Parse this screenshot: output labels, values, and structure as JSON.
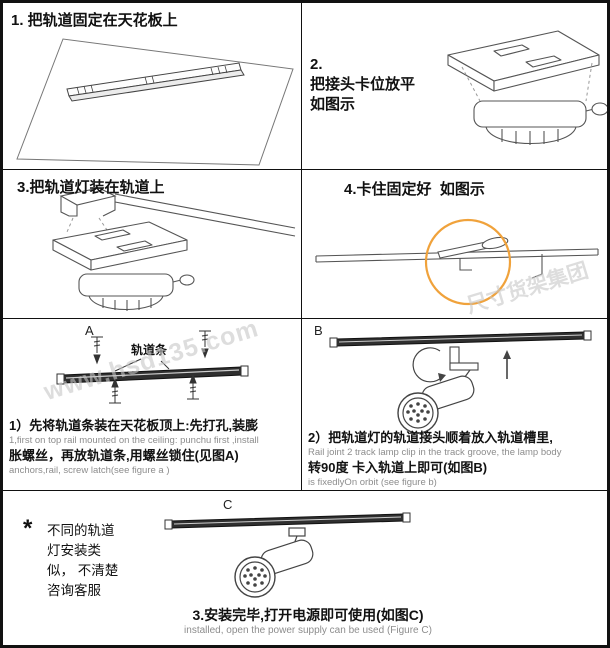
{
  "watermark": {
    "site": "www.hsd135.com",
    "brand": "尺寸货架集团"
  },
  "steps": {
    "step1": {
      "title": "1. 把轨道固定在天花板上"
    },
    "step2": {
      "num": "2.",
      "line1": "把接头卡位放平",
      "line2": "如图示"
    },
    "step3": {
      "title": "3.把轨道灯装在轨道上"
    },
    "step4": {
      "title": "4.卡住固定好  如图示"
    }
  },
  "figure_a": {
    "label": "A",
    "part_label": "轨道条",
    "zh_line1": "1）先将轨道条装在天花板顶上:先打孔,装膨",
    "en_line1": "1,first on top rail mounted on the ceiling: punchu first ,install",
    "zh_line2": "胀螺丝，再放轨道条,用螺丝锁住(见图A)",
    "en_line2": "anchors,rail, screw latch(see figure a )"
  },
  "figure_b": {
    "label": "B",
    "zh_line1": "2）把轨道灯的轨道接头顺着放入轨道槽里,",
    "en_line1": "Rail joint 2 track lamp clip in the track groove, the lamp body",
    "zh_line2": "转90度 卡入轨道上即可(如图B)",
    "en_line2": "is fixedlyOn orbit (see figure b)"
  },
  "note": {
    "star": "*",
    "text": "不同的轨道灯安装类似， 不清楚咨询客服"
  },
  "figure_c": {
    "label": "C",
    "zh_line": "3.安装完毕,打开电源即可使用(如图C)",
    "en_line": "installed, open the power supply can be used (Figure C)"
  }
}
